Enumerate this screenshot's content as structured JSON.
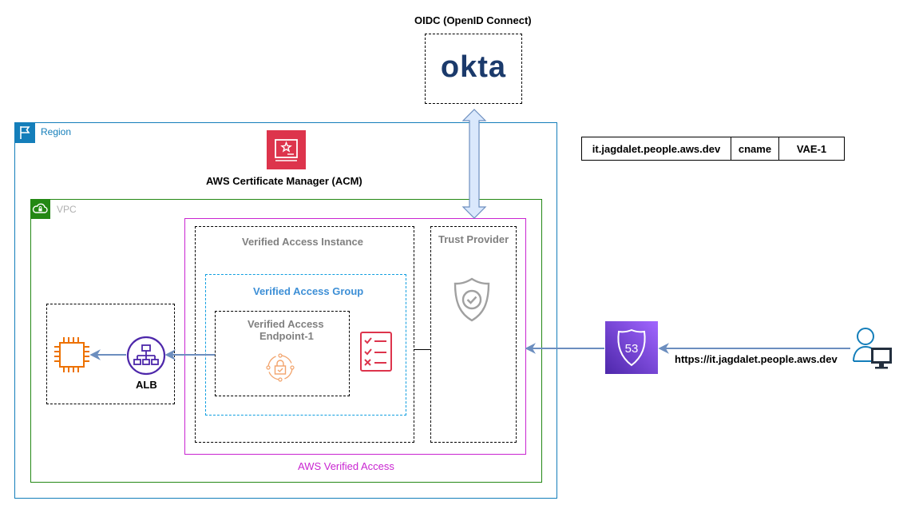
{
  "oidc": {
    "title": "OIDC (OpenID Connect)",
    "provider_logo_text": "okta"
  },
  "region": {
    "label": "Region"
  },
  "acm": {
    "label": "AWS Certificate Manager (ACM)"
  },
  "vpc": {
    "label": "VPC"
  },
  "verified_access": {
    "label": "AWS Verified Access",
    "instance_label": "Verified Access Instance",
    "group_label": "Verified Access Group",
    "endpoint_label_line1": "Verified Access",
    "endpoint_label_line2": "Endpoint-1",
    "trust_provider_label": "Trust Provider"
  },
  "alb": {
    "label": "ALB"
  },
  "route53": {
    "badge_text": "53"
  },
  "user": {
    "url": "https://it.jagdalet.people.aws.dev"
  },
  "dns_record": {
    "name": "it.jagdalet.people.aws.dev",
    "type": "cname",
    "value": "VAE-1"
  },
  "colors": {
    "region_border": "#147eba",
    "vpc_border": "#248814",
    "verified_access_border": "#c925d1",
    "group_border": "#0f9ee0",
    "group_text": "#3d8fd6",
    "acm_red": "#dd344c",
    "route53_purple": "#8c4fff",
    "ec2_orange": "#ed7100",
    "arrow_blue": "#6c8ebf",
    "okta_blue": "#1b3a6b",
    "muted_text": "#808080",
    "alb_purple": "#4d27aa"
  },
  "icons": [
    "region-flag-icon",
    "vpc-cloud-lock-icon",
    "acm-certificate-icon",
    "shield-check-icon",
    "endpoint-lock-icon",
    "checklist-icon",
    "ec2-chip-icon",
    "alb-network-icon",
    "route53-shield-icon",
    "user-desktop-icon"
  ]
}
